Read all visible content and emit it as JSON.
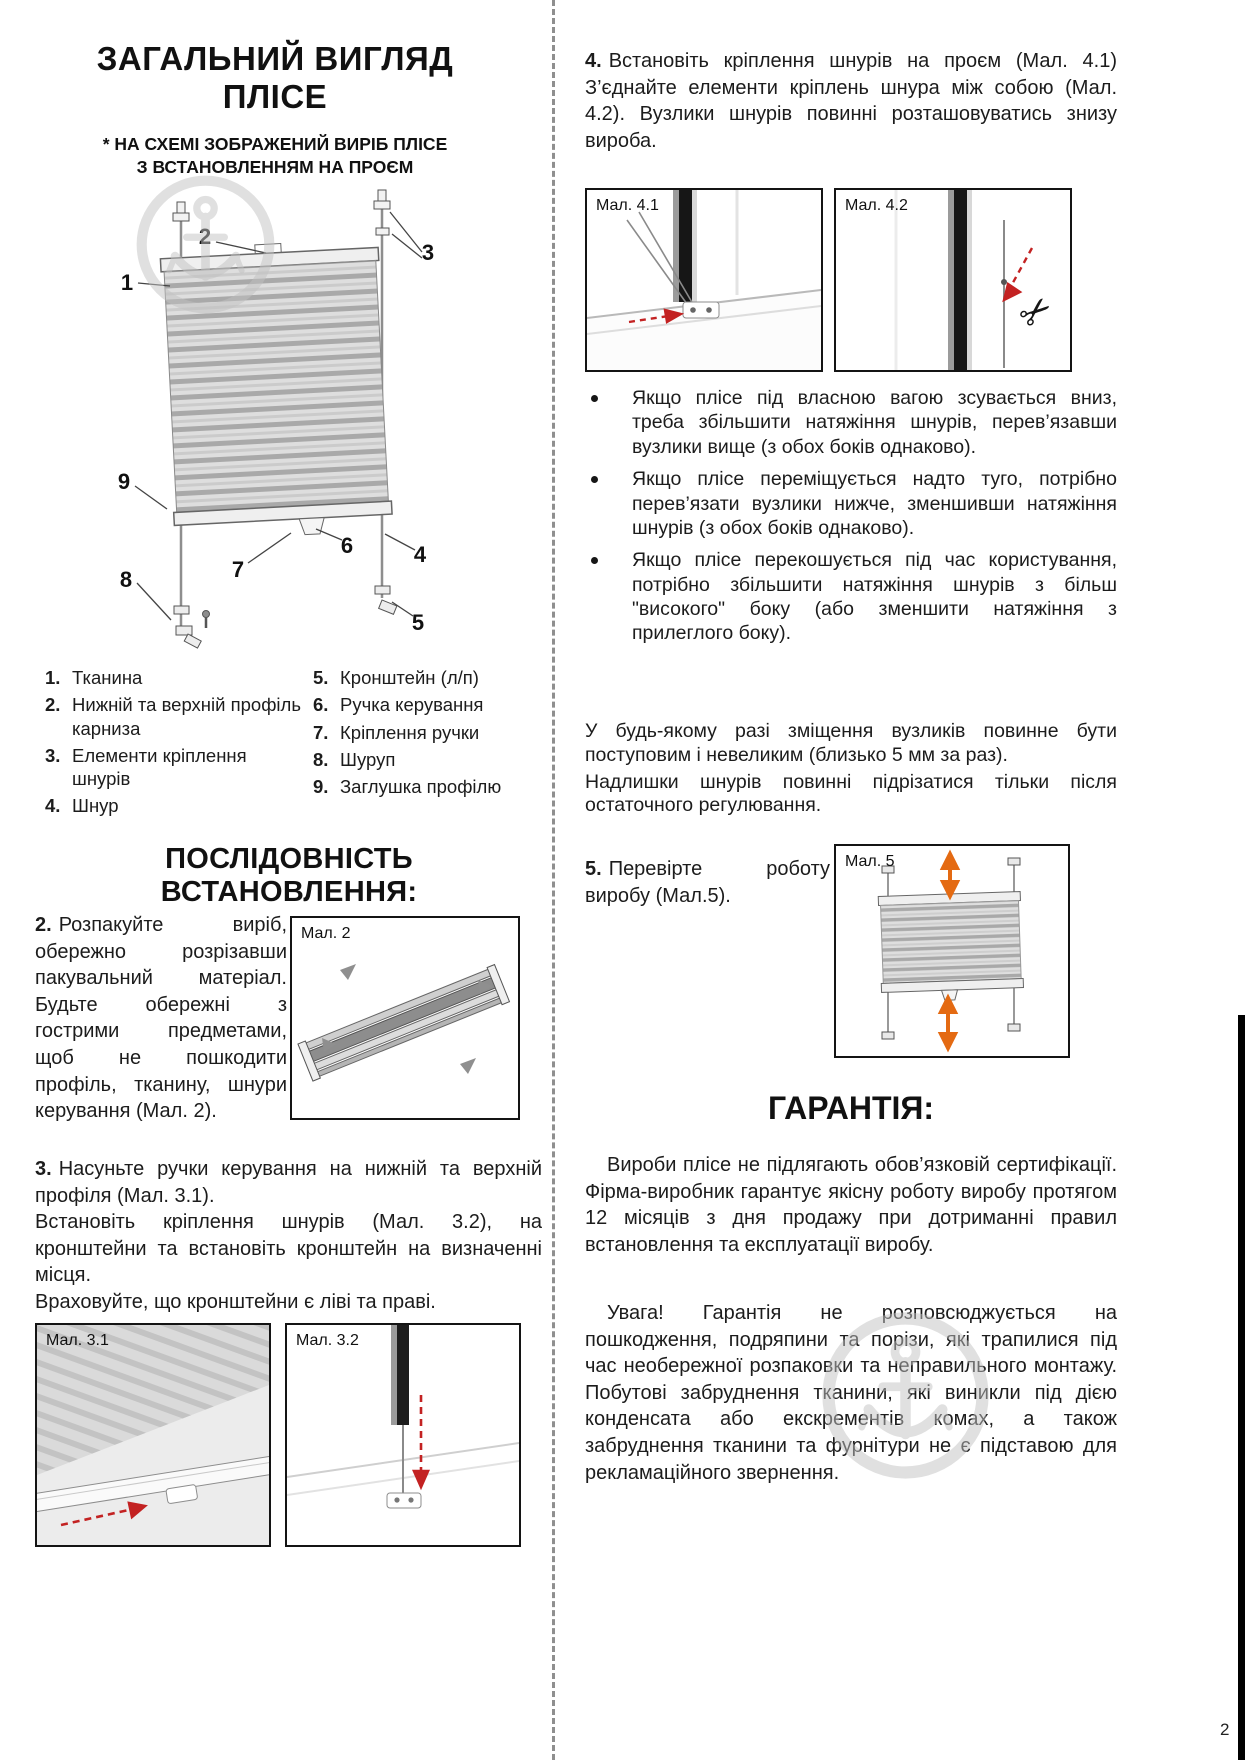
{
  "page": {
    "number": "2"
  },
  "icons": {
    "scissors": "✂"
  },
  "left": {
    "title_line1": "ЗАГАЛЬНИЙ ВИГЛЯД",
    "title_line2": "ПЛІСЕ",
    "subtitle_line1": "* НА СХЕМІ ЗОБРАЖЕНИЙ ВИРІБ ПЛІСЕ",
    "subtitle_line2": "З ВСТАНОВЛЕННЯМ НА ПРОЄМ",
    "diagram_numbers": {
      "n1": "1",
      "n2": "2",
      "n3": "3",
      "n4": "4",
      "n5": "5",
      "n6": "6",
      "n7": "7",
      "n8": "8",
      "n9": "9"
    },
    "legend_col1": [
      {
        "num": "1.",
        "text": "Тканина"
      },
      {
        "num": "2.",
        "text": "Нижній та верхній профіль карниза"
      },
      {
        "num": "3.",
        "text": "Елементи кріплення шнурів"
      },
      {
        "num": "4.",
        "text": "Шнур"
      }
    ],
    "legend_col2": [
      {
        "num": "5.",
        "text": "Кронштейн (л/п)"
      },
      {
        "num": "6.",
        "text": "Ручка керування"
      },
      {
        "num": "7.",
        "text": "Кріплення ручки"
      },
      {
        "num": "8.",
        "text": "Шуруп"
      },
      {
        "num": "9.",
        "text": "Заглушка профілю"
      }
    ],
    "install_title": "ПОСЛІДОВНІСТЬ ВСТАНОВЛЕННЯ:",
    "step2": {
      "num": "2.",
      "text": "Розпакуйте виріб, обережно розрізавши пакувальний матеріал. Будьте обережні з гострими предметами, щоб не пошкодити профіль, тканину, шнури керування (Мал. 2)."
    },
    "fig2_label": "Мал. 2",
    "step3": {
      "num": "3.",
      "line1": "Насуньте ручки керування на нижній та верхній профіля (Мал. 3.1).",
      "line2": "Встановіть кріплення шнурів (Мал. 3.2), на кронштейни та встановіть кронштейн на визначенні місця.",
      "line3": "Враховуйте, що кронштейни є ліві та праві."
    },
    "fig31_label": "Мал. 3.1",
    "fig32_label": "Мал. 3.2"
  },
  "right": {
    "step4": {
      "num": "4.",
      "text": "Встановіть кріплення шнурів на проєм (Мал. 4.1) З’єднайте елементи кріплень шнура між собою (Мал. 4.2). Вузлики шнурів повинні розташовуватись знизу вироба."
    },
    "fig41_label": "Мал. 4.1",
    "fig42_label": "Мал. 4.2",
    "bullets": [
      "Якщо плісе під власною вагою зсувається вниз, треба збільшити натяжіння шнурів, перев’язавши вузлики вище (з обох боків однаково).",
      "Якщо плісе переміщується надто туго, потрібно перев’язати вузлики нижче, зменшивши натяжіння шнурів (з обох боків однаково).",
      "Якщо плісе перекошується під час користування, потрібно збільшити натяжіння шнурів з більш \"високого\" боку (або зменшити натяжіння з прилеглого боку)."
    ],
    "note1": "У будь-якому разі зміщення вузликів повинне бути поступовим і невеликим (близько 5 мм за раз).",
    "note2": "Надлишки шнурів повинні підрізатися тільки після остаточного регулювання.",
    "step5": {
      "num": "5.",
      "text": "Перевірте роботу виробу (Мал.5)."
    },
    "fig5_label": "Мал. 5",
    "warranty": {
      "title": "ГАРАНТІЯ:",
      "p1": "Вироби плісе не підлягають обов’язковій сертифікації. Фірма-виробник гарантує якісну роботу виробу протягом 12 місяців з дня продажу при дотриманні правил встановлення та експлуатації виробу.",
      "p2": "Увага! Гарантія не розповсюджується на пошкодження, подряпини та порізи, які трапилися під час необережної розпаковки та неправильного монтажу. Побутові забруднення тканини, які виникли під дією конденсата або екскрементів комах, а також забруднення тканини та фурнітури не є підставою для рекламаційного звернення."
    }
  }
}
